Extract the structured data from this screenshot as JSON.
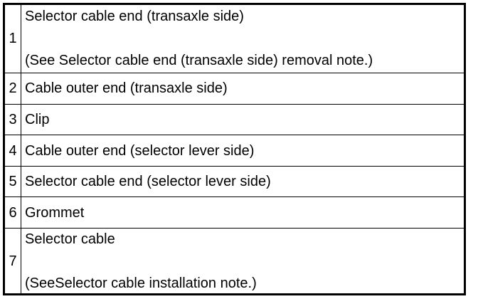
{
  "table": {
    "rows": [
      {
        "number": "1",
        "lines": [
          "Selector cable end (transaxle side)",
          "(See Selector cable end (transaxle side) removal note.)"
        ]
      },
      {
        "number": "2",
        "lines": [
          "Cable outer end (transaxle side)"
        ]
      },
      {
        "number": "3",
        "lines": [
          "Clip"
        ]
      },
      {
        "number": "4",
        "lines": [
          "Cable outer end (selector lever side)"
        ]
      },
      {
        "number": "5",
        "lines": [
          "Selector cable end (selector lever side)"
        ]
      },
      {
        "number": "6",
        "lines": [
          "Grommet"
        ]
      },
      {
        "number": "7",
        "lines": [
          "Selector cable",
          "(SeeSelector cable installation note.)"
        ]
      }
    ]
  }
}
